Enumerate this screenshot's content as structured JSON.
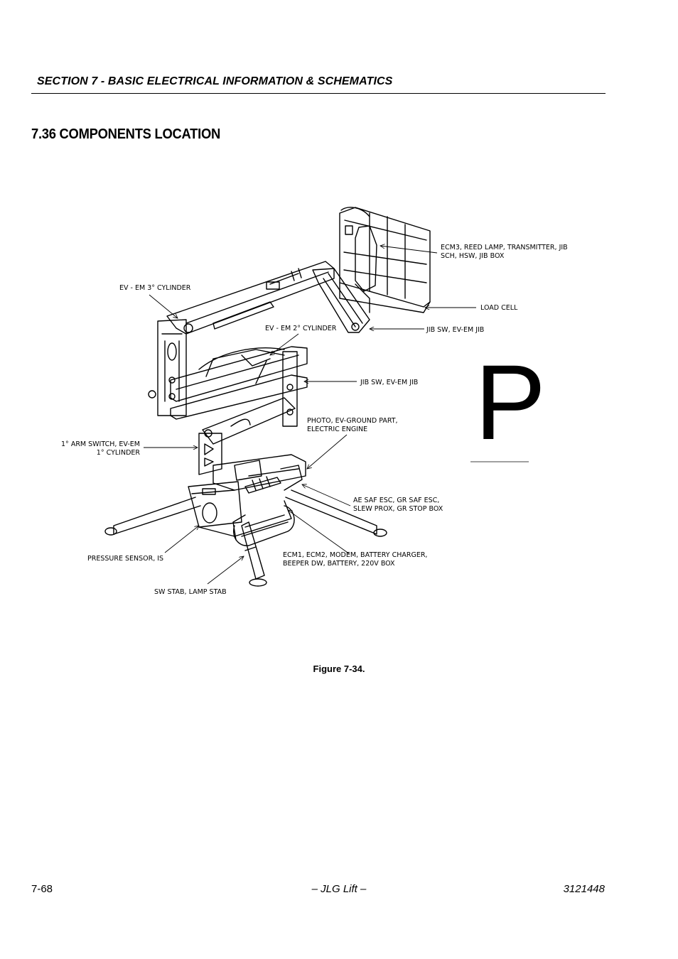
{
  "header": {
    "section": "SECTION 7 - BASIC ELECTRICAL INFORMATION & SCHEMATICS"
  },
  "title": "7.36 COMPONENTS LOCATION",
  "figure": {
    "watermark_letter": "P",
    "labels": {
      "ecm3_line1": "ECM3, REED LAMP, TRANSMITTER, JIB",
      "ecm3_line2": "SCH, HSW, JIB BOX",
      "load_cell": "LOAD CELL",
      "jib_sw_upper": "JIB SW, EV-EM JIB",
      "ev_em_3": "EV - EM 3° CYLINDER",
      "ev_em_2": "EV - EM 2° CYLINDER",
      "jib_sw_lower": "JIB SW, EV-EM JIB",
      "photo_line1": "PHOTO, EV-GROUND PART,",
      "photo_line2": "ELECTRIC ENGINE",
      "arm_switch_line1": "1° ARM SWITCH, EV-EM",
      "arm_switch_line2": "1° CYLINDER",
      "ae_saf_line1": "AE SAF ESC, GR SAF ESC,",
      "ae_saf_line2": "SLEW PROX, GR STOP BOX",
      "pressure_sensor": "PRESSURE SENSOR, IS",
      "ecm1_line1": "ECM1, ECM2, MODEM, BATTERY CHARGER,",
      "ecm1_line2": "BEEPER DW, BATTERY, 220V BOX",
      "sw_stab": "SW STAB, LAMP STAB"
    },
    "caption": "Figure 7-34."
  },
  "footer": {
    "page_number": "7-68",
    "center": "– JLG Lift –",
    "doc_number": "3121448"
  }
}
